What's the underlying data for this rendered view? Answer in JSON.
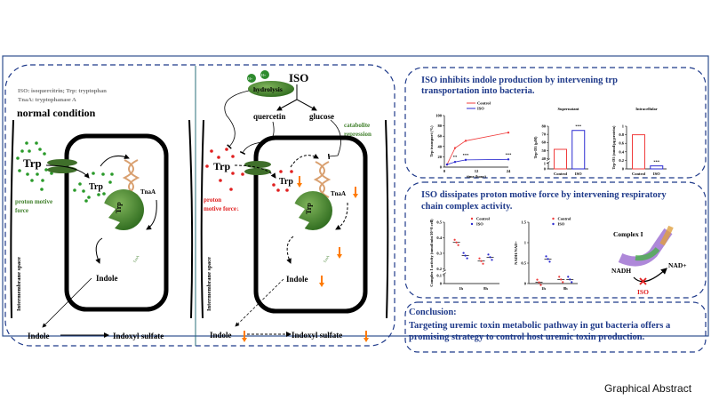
{
  "colors": {
    "frame": "#2f4f8f",
    "panel_border": "#1f3a8a",
    "title": "#1f3a8a",
    "green": "#3f7f2a",
    "red": "#e02020",
    "orange": "#ff7a00",
    "control": "#f03c3c",
    "iso": "#2a2ad0"
  },
  "footer": "Graphical Abstract",
  "left_diagram": {
    "legend_line1": "ISO: isoquercitrin; Trp:  tryptophan",
    "legend_line2": "TnaA:  tryptophanase A",
    "normal": {
      "title": "normal condition",
      "trp_outer": "Trp",
      "trp_inner": "Trp",
      "tnaa": "TnaA",
      "enzyme_label": "Trp",
      "enzyme_name": "TnaA",
      "pmf_line1": "proton motive",
      "pmf_line2": "force",
      "space": "Intermembrane  space",
      "indole_inner": "Indole",
      "indole_outer": "Indole",
      "indoxyl": "Indoxyl sulfate"
    },
    "iso": {
      "iso": "ISO",
      "h1": "H+",
      "h2": "H+",
      "hydrolysis": "hydrolysis",
      "quercetin": "quercetin",
      "glucose": "glucose",
      "cat_line1": "catabolite",
      "cat_line2": "repression",
      "trp_outer": "Trp",
      "trp_inner": "Trp",
      "tnaa": "TnaA",
      "enzyme_label": "Trp",
      "enzyme_name": "TnaA",
      "pmf_line1": "proton",
      "pmf_line2": "motive force↓",
      "space": "Intermembrane  space",
      "indole_inner": "Indole",
      "indole_outer": "Indole",
      "indoxyl": "Indoxyl sulfate"
    }
  },
  "panel1": {
    "title_line1": "ISO inhibits  indole production by intervening  trp",
    "title_line2": "transportation into bacteria."
  },
  "panel2": {
    "title_line1": "ISO dissipates proton motive force by intervening respiratory",
    "title_line2": "chain complex activity.",
    "complex_label": "Complex I",
    "nadh": "NADH",
    "nad": "NAD+",
    "iso": "ISO"
  },
  "panel3": {
    "heading": "Conclusion:",
    "line1": "Targeting uremic toxin metabolic pathway in gut bacteria offers a",
    "line2": "promising strategy to control host uremic toxin production."
  },
  "chart_data": [
    {
      "id": "trp-transport",
      "type": "line",
      "xlabel": "time (hour)",
      "ylabel": "Trp transport (%)",
      "xlim": [
        0,
        24
      ],
      "xticks": [
        0,
        12,
        24
      ],
      "ylim": [
        0,
        100
      ],
      "yticks": [
        0,
        20,
        40,
        60,
        80,
        100
      ],
      "series": [
        {
          "name": "Control",
          "x": [
            1,
            4,
            8,
            24
          ],
          "y": [
            5,
            37,
            51,
            67
          ]
        },
        {
          "name": "ISO",
          "x": [
            1,
            4,
            8,
            24
          ],
          "y": [
            5,
            10,
            14,
            15
          ]
        }
      ],
      "annotations": [
        {
          "x": 4,
          "text": "**"
        },
        {
          "x": 8,
          "text": "***"
        },
        {
          "x": 24,
          "text": "***"
        }
      ]
    },
    {
      "id": "supernatant",
      "type": "bar",
      "title": "Supernatant",
      "ylabel": "Trp-D5 (μM)",
      "categories": [
        "Control",
        "ISO"
      ],
      "values": [
        51.5,
        74.8
      ],
      "ylim": [
        0,
        80
      ],
      "axis_break": [
        1,
        40
      ],
      "yticks": [
        0,
        1,
        40,
        50,
        60,
        70,
        80
      ],
      "annotations": [
        {
          "category": "ISO",
          "text": "***"
        }
      ]
    },
    {
      "id": "intracellular",
      "type": "bar",
      "title": "Intracellular",
      "ylabel": "Trp-D5 (nmol/μg protein)",
      "categories": [
        "Control",
        "ISO"
      ],
      "values": [
        0.8,
        0.07
      ],
      "ylim": [
        0,
        1.0
      ],
      "yticks": [
        0.0,
        0.2,
        0.4,
        0.6,
        0.8,
        1.0
      ],
      "annotations": [
        {
          "category": "ISO",
          "text": "***"
        }
      ]
    },
    {
      "id": "complex-activity",
      "type": "scatter",
      "ylabel": "Complex I activity (nmol/min/10^8 cell)",
      "categories": [
        "1h",
        "8h"
      ],
      "ylim": [
        0,
        0.5
      ],
      "axis_break": [
        0.1,
        0.2
      ],
      "yticks": [
        0.0,
        0.1,
        0.2,
        0.3,
        0.4,
        0.5
      ],
      "series": [
        {
          "name": "Control",
          "values": [
            0.37,
            0.25
          ]
        },
        {
          "name": "ISO",
          "values": [
            0.285,
            0.275
          ]
        }
      ]
    },
    {
      "id": "nadh-ratio",
      "type": "scatter",
      "ylabel": "NADH/NAD+",
      "categories": [
        "1h",
        "8h"
      ],
      "ylim": [
        0,
        1.5
      ],
      "yticks": [
        0.0,
        0.5,
        1.0,
        1.5
      ],
      "series": [
        {
          "name": "Control",
          "values": [
            0.03,
            0.1
          ]
        },
        {
          "name": "ISO",
          "values": [
            0.6,
            0.1
          ]
        }
      ]
    }
  ]
}
